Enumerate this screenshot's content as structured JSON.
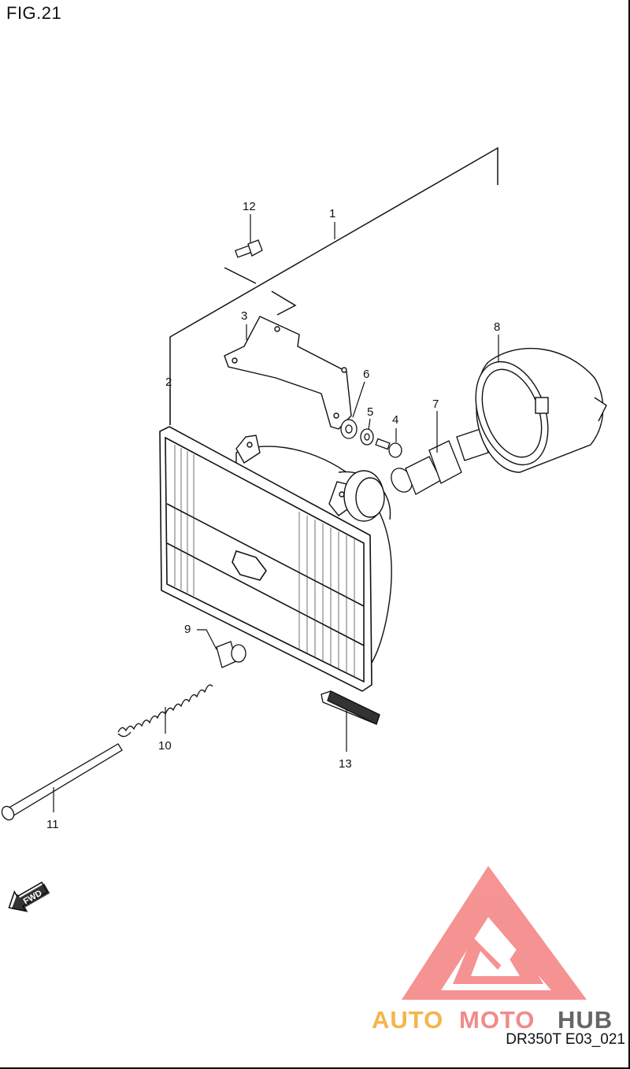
{
  "figure": {
    "title": "FIG.21",
    "code": "DR350T E03_021"
  },
  "callouts": [
    "1",
    "2",
    "3",
    "4",
    "5",
    "6",
    "7",
    "8",
    "9",
    "10",
    "11",
    "12",
    "13"
  ],
  "fwd_label": "FWD",
  "watermark": {
    "part1": "AUTO",
    "part2": "MOTO",
    "part3": "HUB",
    "colors": {
      "auto": "#f6b44a",
      "moto": "#f28a8a",
      "hub": "#666666",
      "triangle": "#f48080"
    }
  }
}
